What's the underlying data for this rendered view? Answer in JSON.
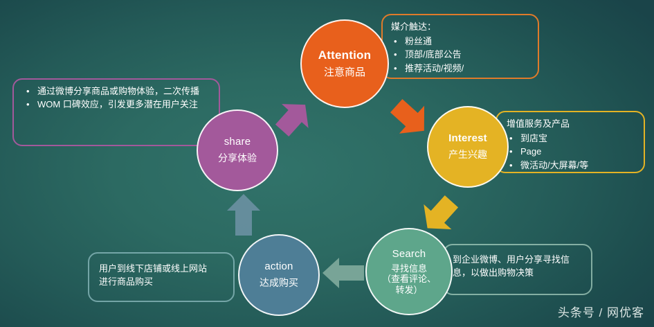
{
  "diagram": {
    "title": "AISAS Social Marketing Flow",
    "background_colors": {
      "center": "#31736A",
      "edge": "#1A4449"
    },
    "watermark": "头条号 / 网优客"
  },
  "nodes": [
    {
      "key": "attention",
      "en": "Attention",
      "zh": "注意商品",
      "color": "#E8601C"
    },
    {
      "key": "interest",
      "en": "Interest",
      "zh": "产生兴趣",
      "color": "#E4B324"
    },
    {
      "key": "search",
      "en": "Search",
      "zh": "寻找信息（查看评论、转发）",
      "zh_lines": [
        "寻找信息",
        "（查看评论、",
        "转发）"
      ],
      "color": "#5EA68B"
    },
    {
      "key": "action",
      "en": "action",
      "zh": "达成购买",
      "color": "#4E7E96"
    },
    {
      "key": "share",
      "en": "share",
      "zh": "分享体验",
      "color": "#A3599B"
    }
  ],
  "callouts": {
    "attention": {
      "title": "媒介触达：",
      "items": [
        "粉丝通",
        "顶部/底部公告",
        "推荐活动/视频/"
      ],
      "border_color": "#E07B2A"
    },
    "interest": {
      "title": "增值服务及产品",
      "items": [
        "到店宝",
        "Page",
        "微活动/大屏幕/等"
      ],
      "border_color": "#E4B324"
    },
    "search": {
      "lines": [
        "到企业微博、用户分享寻找信",
        "息，以做出购物决策"
      ],
      "border_color": "#A5CDBE"
    },
    "action": {
      "lines": [
        "用户到线下店铺或线上网站",
        "进行商品购买"
      ],
      "border_color": "#96C3C8"
    },
    "share": {
      "items": [
        "通过微博分享商品或购物体验，二次传播",
        " WOM 口碑效应，引发更多潜在用户关注"
      ],
      "border_color": "#A3599B"
    }
  },
  "arrows": [
    {
      "key": "attention-to-interest",
      "color": "#E8601C",
      "direction": "down-right"
    },
    {
      "key": "interest-to-search",
      "color": "#E4B324",
      "direction": "down-left"
    },
    {
      "key": "search-to-action",
      "color": "#7FA99C",
      "direction": "left"
    },
    {
      "key": "action-to-share",
      "color": "#6E93A6",
      "direction": "up"
    },
    {
      "key": "share-to-attention",
      "color": "#A3599B",
      "direction": "up-right"
    }
  ]
}
